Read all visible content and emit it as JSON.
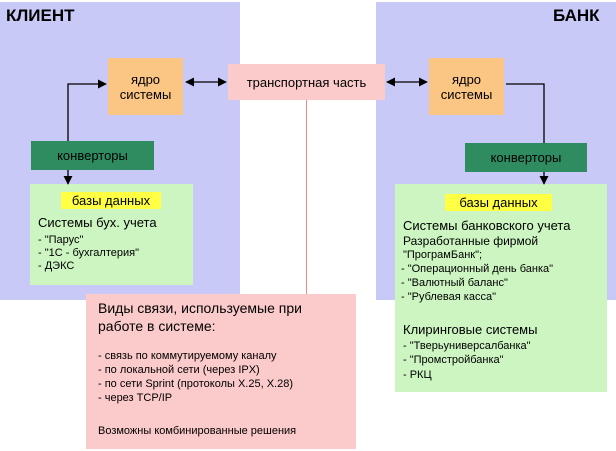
{
  "client": {
    "title": "КЛИЕНТ",
    "core_line1": "ядро",
    "core_line2": "системы",
    "converters": "конверторы",
    "db_label": "базы данных",
    "db_heading": "Системы бух. учета",
    "db_items": [
      "- \"Парус\"",
      "- \"1С - бухгалтерия\"",
      "- ДЭКС"
    ]
  },
  "transport": {
    "label": "транспортная часть"
  },
  "bank": {
    "title": "БАНК",
    "core_line1": "ядро",
    "core_line2": "системы",
    "converters": "конверторы",
    "db_label": "базы данных",
    "db_heading": "Системы банковского учета",
    "db_developed_line1": "Разработанные фирмой",
    "db_developed_line2": "\"ПрограмБанк\";",
    "db_items": [
      "- \"Операционный день банка\"",
      "- \"Валютный баланс\"",
      "- \"Рублевая касса\""
    ],
    "clearing_heading": "Клиринговые системы",
    "clearing_items": [
      "- \"Тверьуниверсалбанка\"",
      "- \"Промстройбанка\"",
      "- РКЦ"
    ]
  },
  "communication": {
    "heading_line1": "Виды связи, используемые при",
    "heading_line2": "работе в системе:",
    "items": [
      "- связь по коммутируемому каналу",
      "- по локальной сети (через IPX)",
      "- по сети Sprint (протоколы X.25, X.28)",
      "- через TCP/IP"
    ],
    "footer": "Возможны комбинированные решения"
  },
  "colors": {
    "panel": "#c9c9f7",
    "core": "#fbc584",
    "transport": "#fbcaca",
    "converter": "#2e8c60",
    "database": "#ccf5c1",
    "db_label": "#ffff44"
  }
}
